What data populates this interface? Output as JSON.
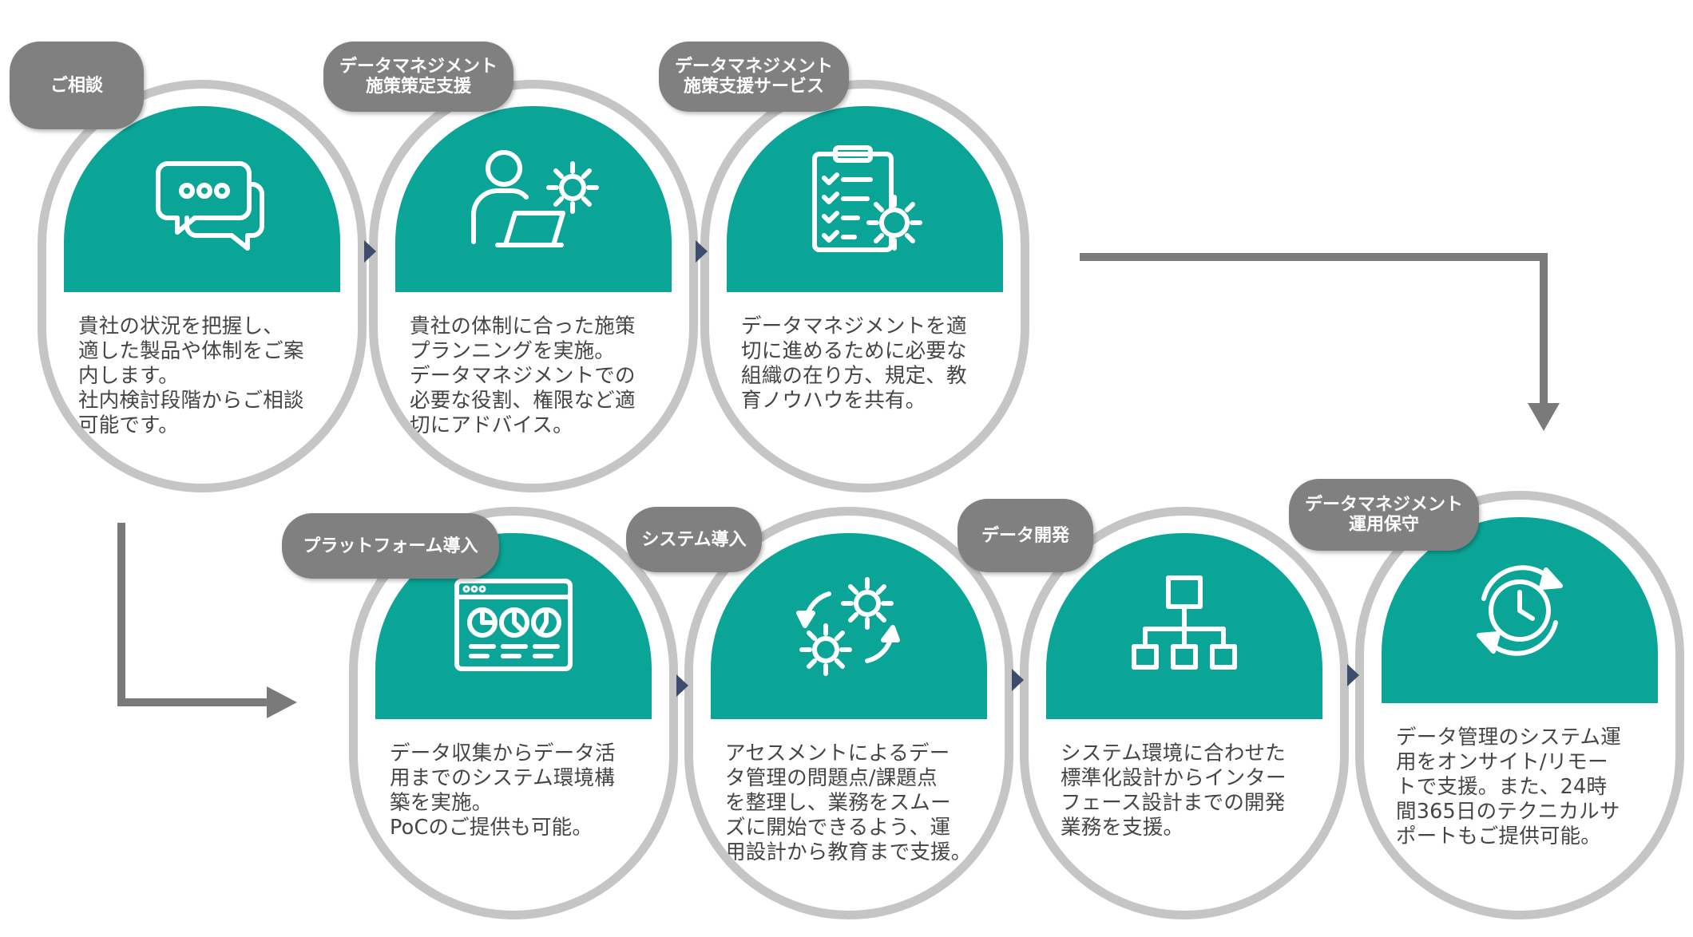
{
  "steps": [
    {
      "badge": "ご相談",
      "icon": "chat-bubbles-icon",
      "text": "貴社の状況を把握し、\n適した製品や体制をご案\n内します。\n社内検討段階からご相談\n可能です。"
    },
    {
      "badge": "データマネジメント\n施策策定支援",
      "icon": "consultant-laptop-gear-icon",
      "text": "貴社の体制に合った施策\nプランニングを実施。\nデータマネジメントでの\n必要な役割、権限など適\n切にアドバイス。"
    },
    {
      "badge": "データマネジメント\n施策支援サービス",
      "icon": "clipboard-gear-icon",
      "text": "データマネジメントを適\n切に進めるために必要な\n組織の在り方、規定、教\n育ノウハウを共有。"
    },
    {
      "badge": "プラットフォーム導入",
      "icon": "dashboard-window-icon",
      "text": "データ収集からデータ活\n用までのシステム環境構\n築を実施。\nPoCのご提供も可能。"
    },
    {
      "badge": "システム導入",
      "icon": "gears-cycle-icon",
      "text": "アセスメントによるデー\nタ管理の問題点/課題点\nを整理し、業務をスムー\nズに開始できるよう、運\n用設計から教育まで支援。"
    },
    {
      "badge": "データ開発",
      "icon": "hierarchy-chart-icon",
      "text": "システム環境に合わせた\n標準化設計からインター\nフェース設計までの開発\n業務を支援。"
    },
    {
      "badge": "データマネジメント\n運用保守",
      "icon": "clock-cycle-icon",
      "text": "データ管理のシステム運\n用をオンサイト/リモー\nトで支援。また、24時\n間365日のテクニカルサ\nポートもご提供可能。"
    }
  ],
  "colors": {
    "teal": "#0aa597",
    "ring": "#c5c5c5",
    "badge": "#808080",
    "arrow": "#7a7a7a",
    "pointer": "#3c4c6c"
  }
}
